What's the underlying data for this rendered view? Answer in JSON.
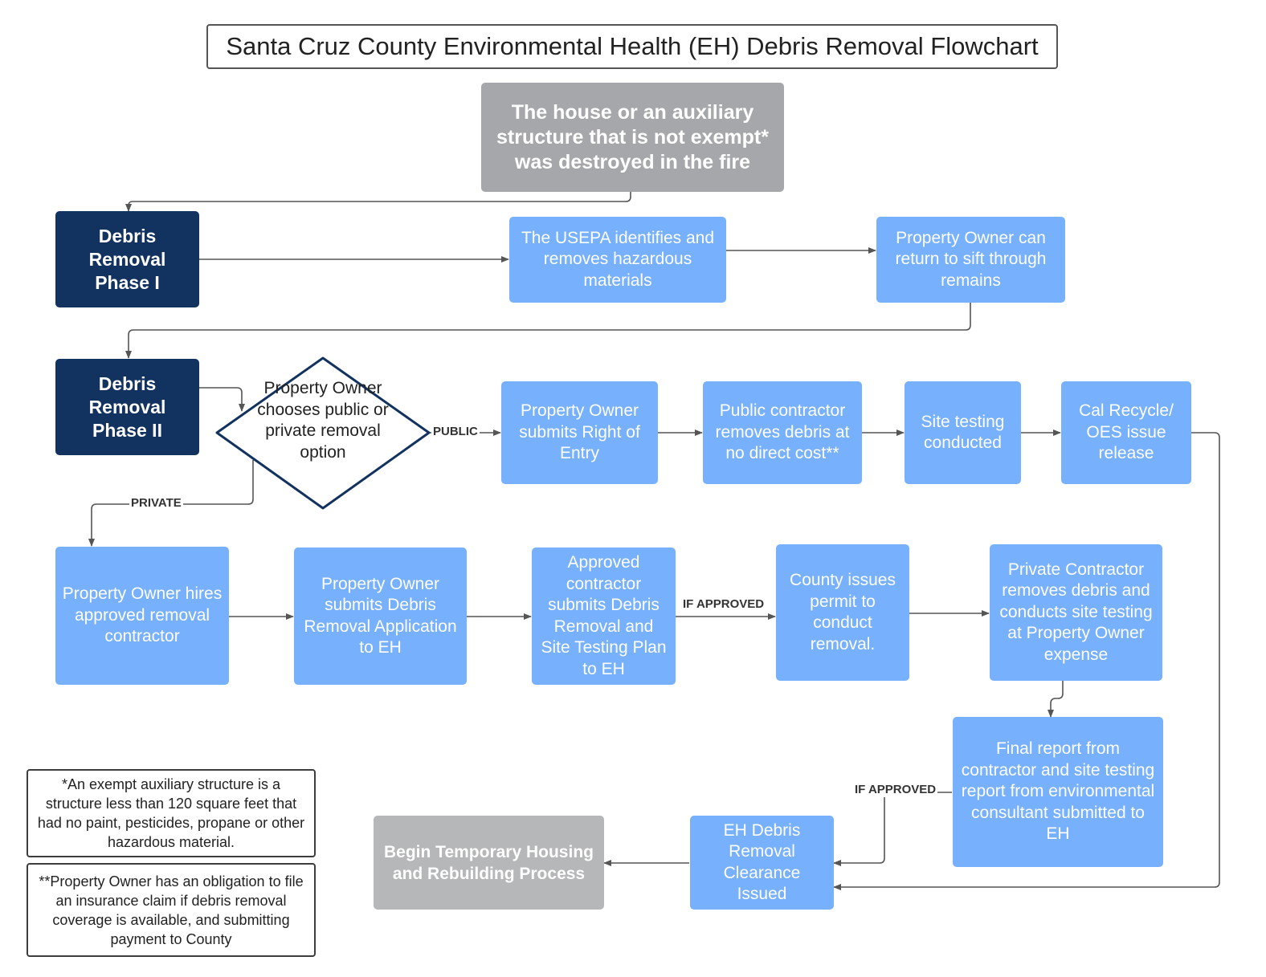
{
  "title": "Santa Cruz County Environmental Health (EH) Debris Removal Flowchart",
  "nodes": {
    "start": "The house or an auxiliary structure that is not exempt* was destroyed in the fire",
    "phase1": "Debris Removal Phase I",
    "usepa": "The USEPA identifies and removes hazardous materials",
    "sift": "Property Owner can return to sift through remains",
    "phase2": "Debris Removal Phase II",
    "decision": "Property Owner chooses public or private removal option",
    "roe": "Property Owner submits Right of Entry",
    "public_contractor": "Public contractor removes debris at no direct cost**",
    "site_testing": "Site testing conducted",
    "calrecycle": "Cal Recycle/ OES issue release",
    "hire": "Property Owner hires approved removal contractor",
    "submit_app": "Property Owner submits Debris Removal Application to EH",
    "approved_plan": "Approved contractor submits Debris Removal and Site Testing Plan to EH",
    "permit": "County issues permit to conduct removal.",
    "private_removal": "Private Contractor removes debris and conducts site testing at  Property Owner expense",
    "final_report": "Final report from contractor and site testing report from environmental consultant submitted to EH",
    "clearance": "EH Debris Removal Clearance Issued",
    "rebuild": "Begin Temporary Housing and Rebuilding Process"
  },
  "edge_labels": {
    "public": "PUBLIC",
    "private": "PRIVATE",
    "if_approved_1": "IF APPROVED",
    "if_approved_2": "IF APPROVED"
  },
  "notes": {
    "exempt": "*An exempt auxiliary structure is a structure less than 120 square feet that had no paint, pesticides, propane or other hazardous material.",
    "insurance": "**Property Owner has an obligation to file an insurance claim if debris removal coverage is available, and submitting payment to County"
  },
  "colors": {
    "process": "#77b0fc",
    "phase": "#12325f",
    "start": "#a6a7aa",
    "end": "#b6b7b9",
    "connector": "#555555"
  }
}
